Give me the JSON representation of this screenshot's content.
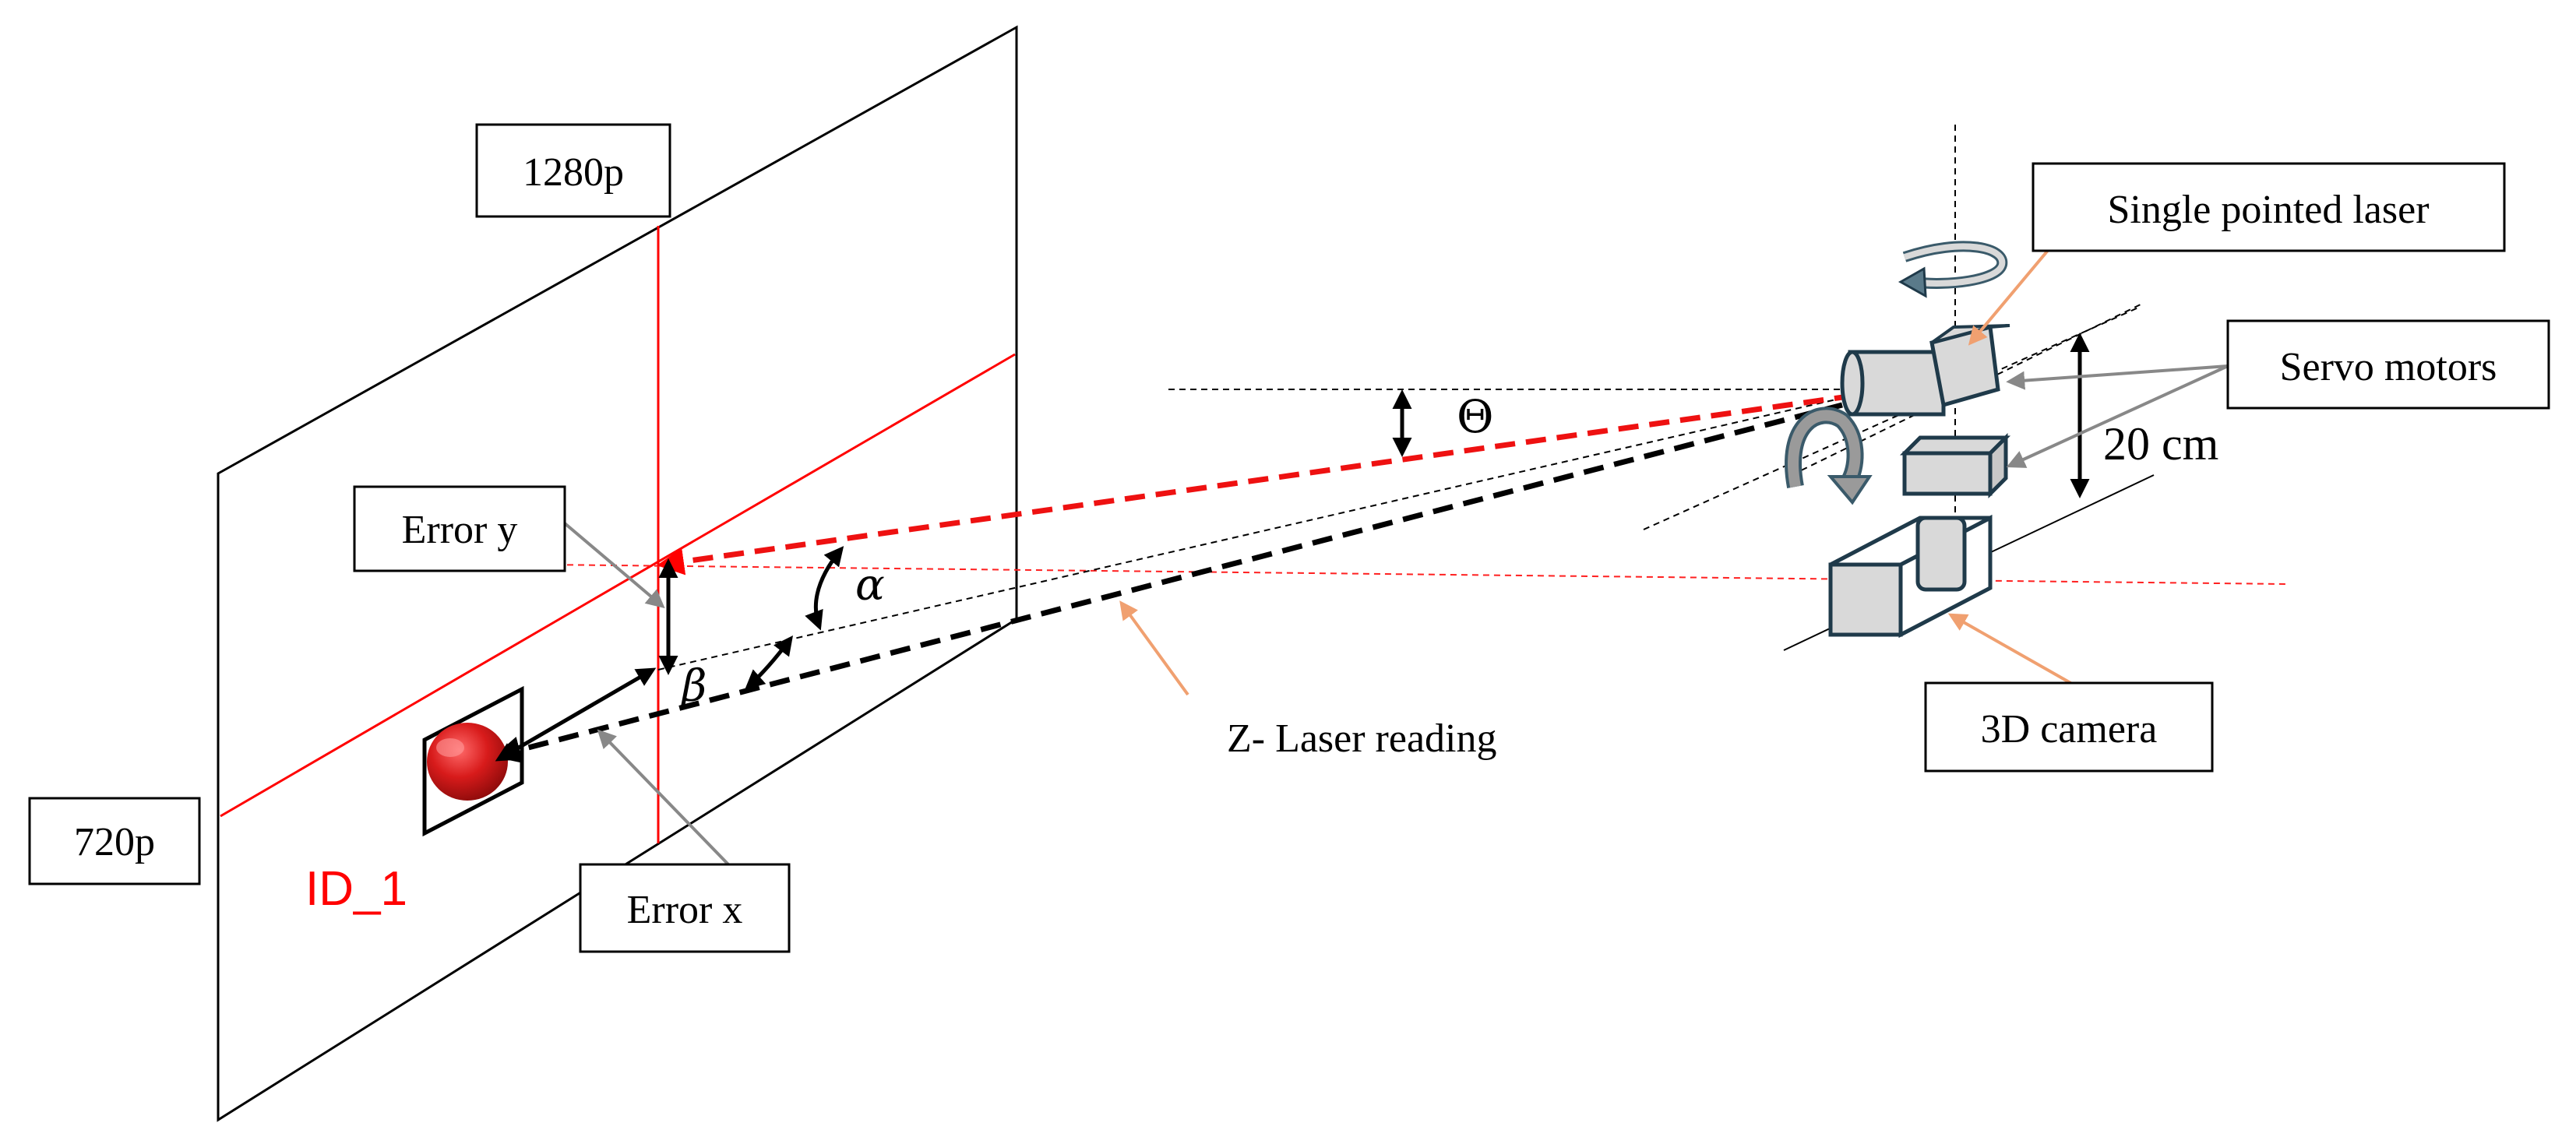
{
  "labels": {
    "res_width": "1280p",
    "res_height": "720p",
    "error_y": "Error y",
    "error_x": "Error x",
    "object_id": "ID_1",
    "z_laser": "Z- Laser reading",
    "single_laser": "Single pointed laser",
    "servo_motors": "Servo motors",
    "camera_3d": "3D camera",
    "distance": "20 cm",
    "theta": "Θ",
    "alpha": "α",
    "beta": "β"
  },
  "colors": {
    "red": "#ff0000",
    "laser_red": "#ee1111",
    "orange_arrow": "#f0a070",
    "gray_arrow": "#888888",
    "device_fill": "#d9d9d9",
    "device_stroke": "#1f3a4a",
    "object_red": "#d81b1b"
  }
}
